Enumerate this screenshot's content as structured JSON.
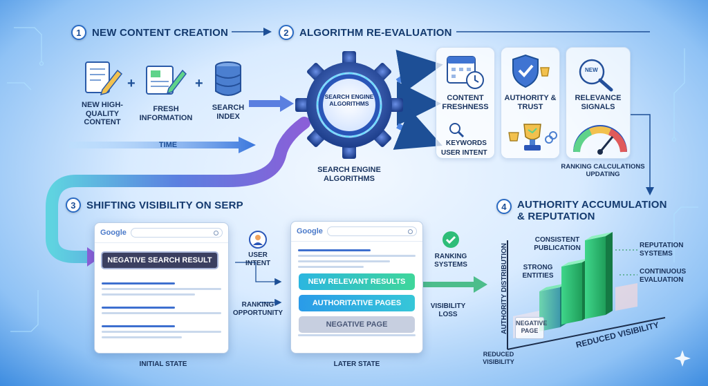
{
  "steps": [
    {
      "num": "1",
      "title": "NEW CONTENT CREATION"
    },
    {
      "num": "2",
      "title": "ALGORITHM RE-EVALUATION"
    },
    {
      "num": "3",
      "title": "SHIFTING VISIBILITY ON SERP"
    },
    {
      "num": "4",
      "title": "AUTHORITY ACCUMULATION",
      "title2": "& REPUTATION"
    }
  ],
  "creation": {
    "new_content": "NEW HIGH-QUALITY CONTENT",
    "fresh_info": "FRESH INFORMATION",
    "search_index": "SEARCH INDEX",
    "plus": "+",
    "time": "TIME"
  },
  "algorithm": {
    "gear_label": "SEARCH ENGINE ALGORITHMS",
    "caption": "SEARCH ENGINE ALGORITHMS",
    "freshness": "CONTENT FRESHNESS",
    "authority": "AUTHORITY & TRUST",
    "relevance": "RELEVANCE SIGNALS",
    "new_badge": "NEW",
    "keywords": "KEYWORDS",
    "user_intent": "USER INTENT",
    "ranking_calc": "RANKING CALCULATIONS UPDATING"
  },
  "serp": {
    "google": "Google",
    "negative_result": "NEGATIVE SEARCH RESULT",
    "user_intent": "USER INTENT",
    "ranking_opportunity": "RANKING OPPORTUNITY",
    "new_relevant": "NEW RELEVANT RESULTS",
    "authoritative": "AUTHORITATIVE PAGES",
    "negative_page": "NEGATIVE PAGE",
    "ranking_systems": "RANKING SYSTEMS",
    "visibility_loss": "VISIBILITY LOSS",
    "initial_state": "INITIAL STATE",
    "later_state": "LATER STATE"
  },
  "authority": {
    "consistent": "CONSISTENT PUBLICATION",
    "strong": "STRONG ENTITIES",
    "reputation_systems": "REPUTATION SYSTEMS",
    "continuous": "CONTINUOUS EVALUATION",
    "negative_page": "NEGATIVE PAGE",
    "y_axis": "AUTHORITY DISTRIBUTION",
    "reduced_visibility": "REDUCED VISIBILITY",
    "reduced_visibility_small": "REDUCED VISIBILITY"
  },
  "colors": {
    "accent": "#2a6bc4",
    "green": "#2ecc71",
    "teal": "#22b5c9",
    "purple": "#7a5ad6"
  }
}
